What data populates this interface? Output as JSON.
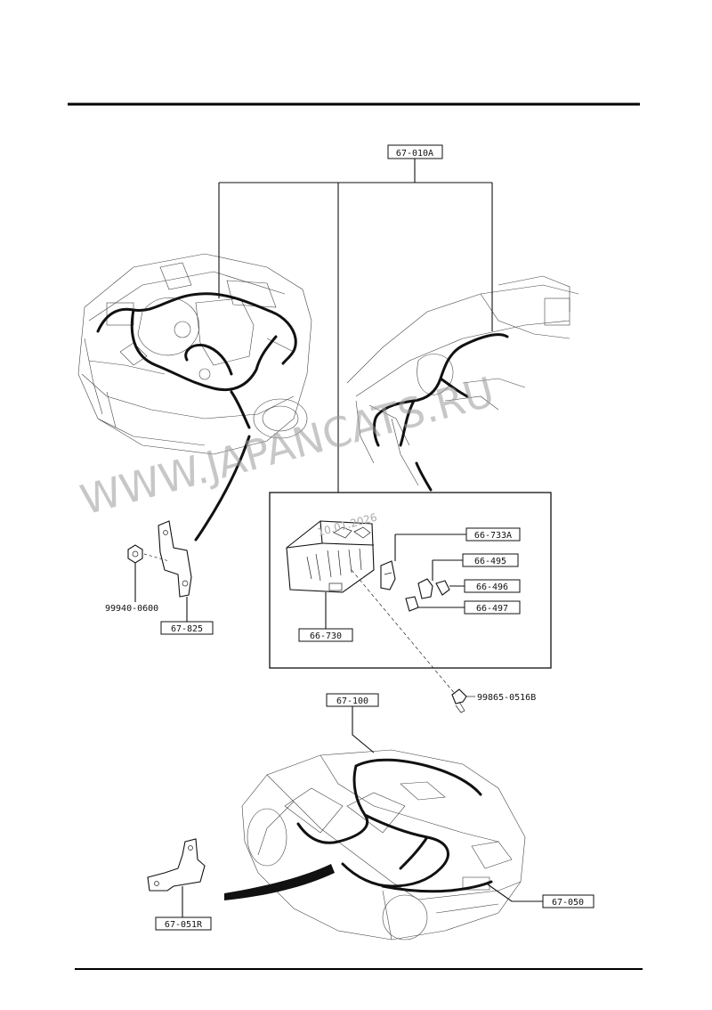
{
  "labels": {
    "harness_main": "67-010A",
    "bracket_front": "67-825",
    "nut": "99940-0600",
    "junction_box": "66-730",
    "relay_a": "66-733A",
    "relay_495": "66-495",
    "relay_496": "66-496",
    "relay_497": "66-497",
    "screw": "99865-0516B",
    "harness_body": "67-100",
    "harness_rear": "67-050",
    "bracket_rear": "67-051R"
  },
  "watermark": {
    "text": "WWW.JAPANCATS.RU",
    "date": "10.01.2026"
  }
}
